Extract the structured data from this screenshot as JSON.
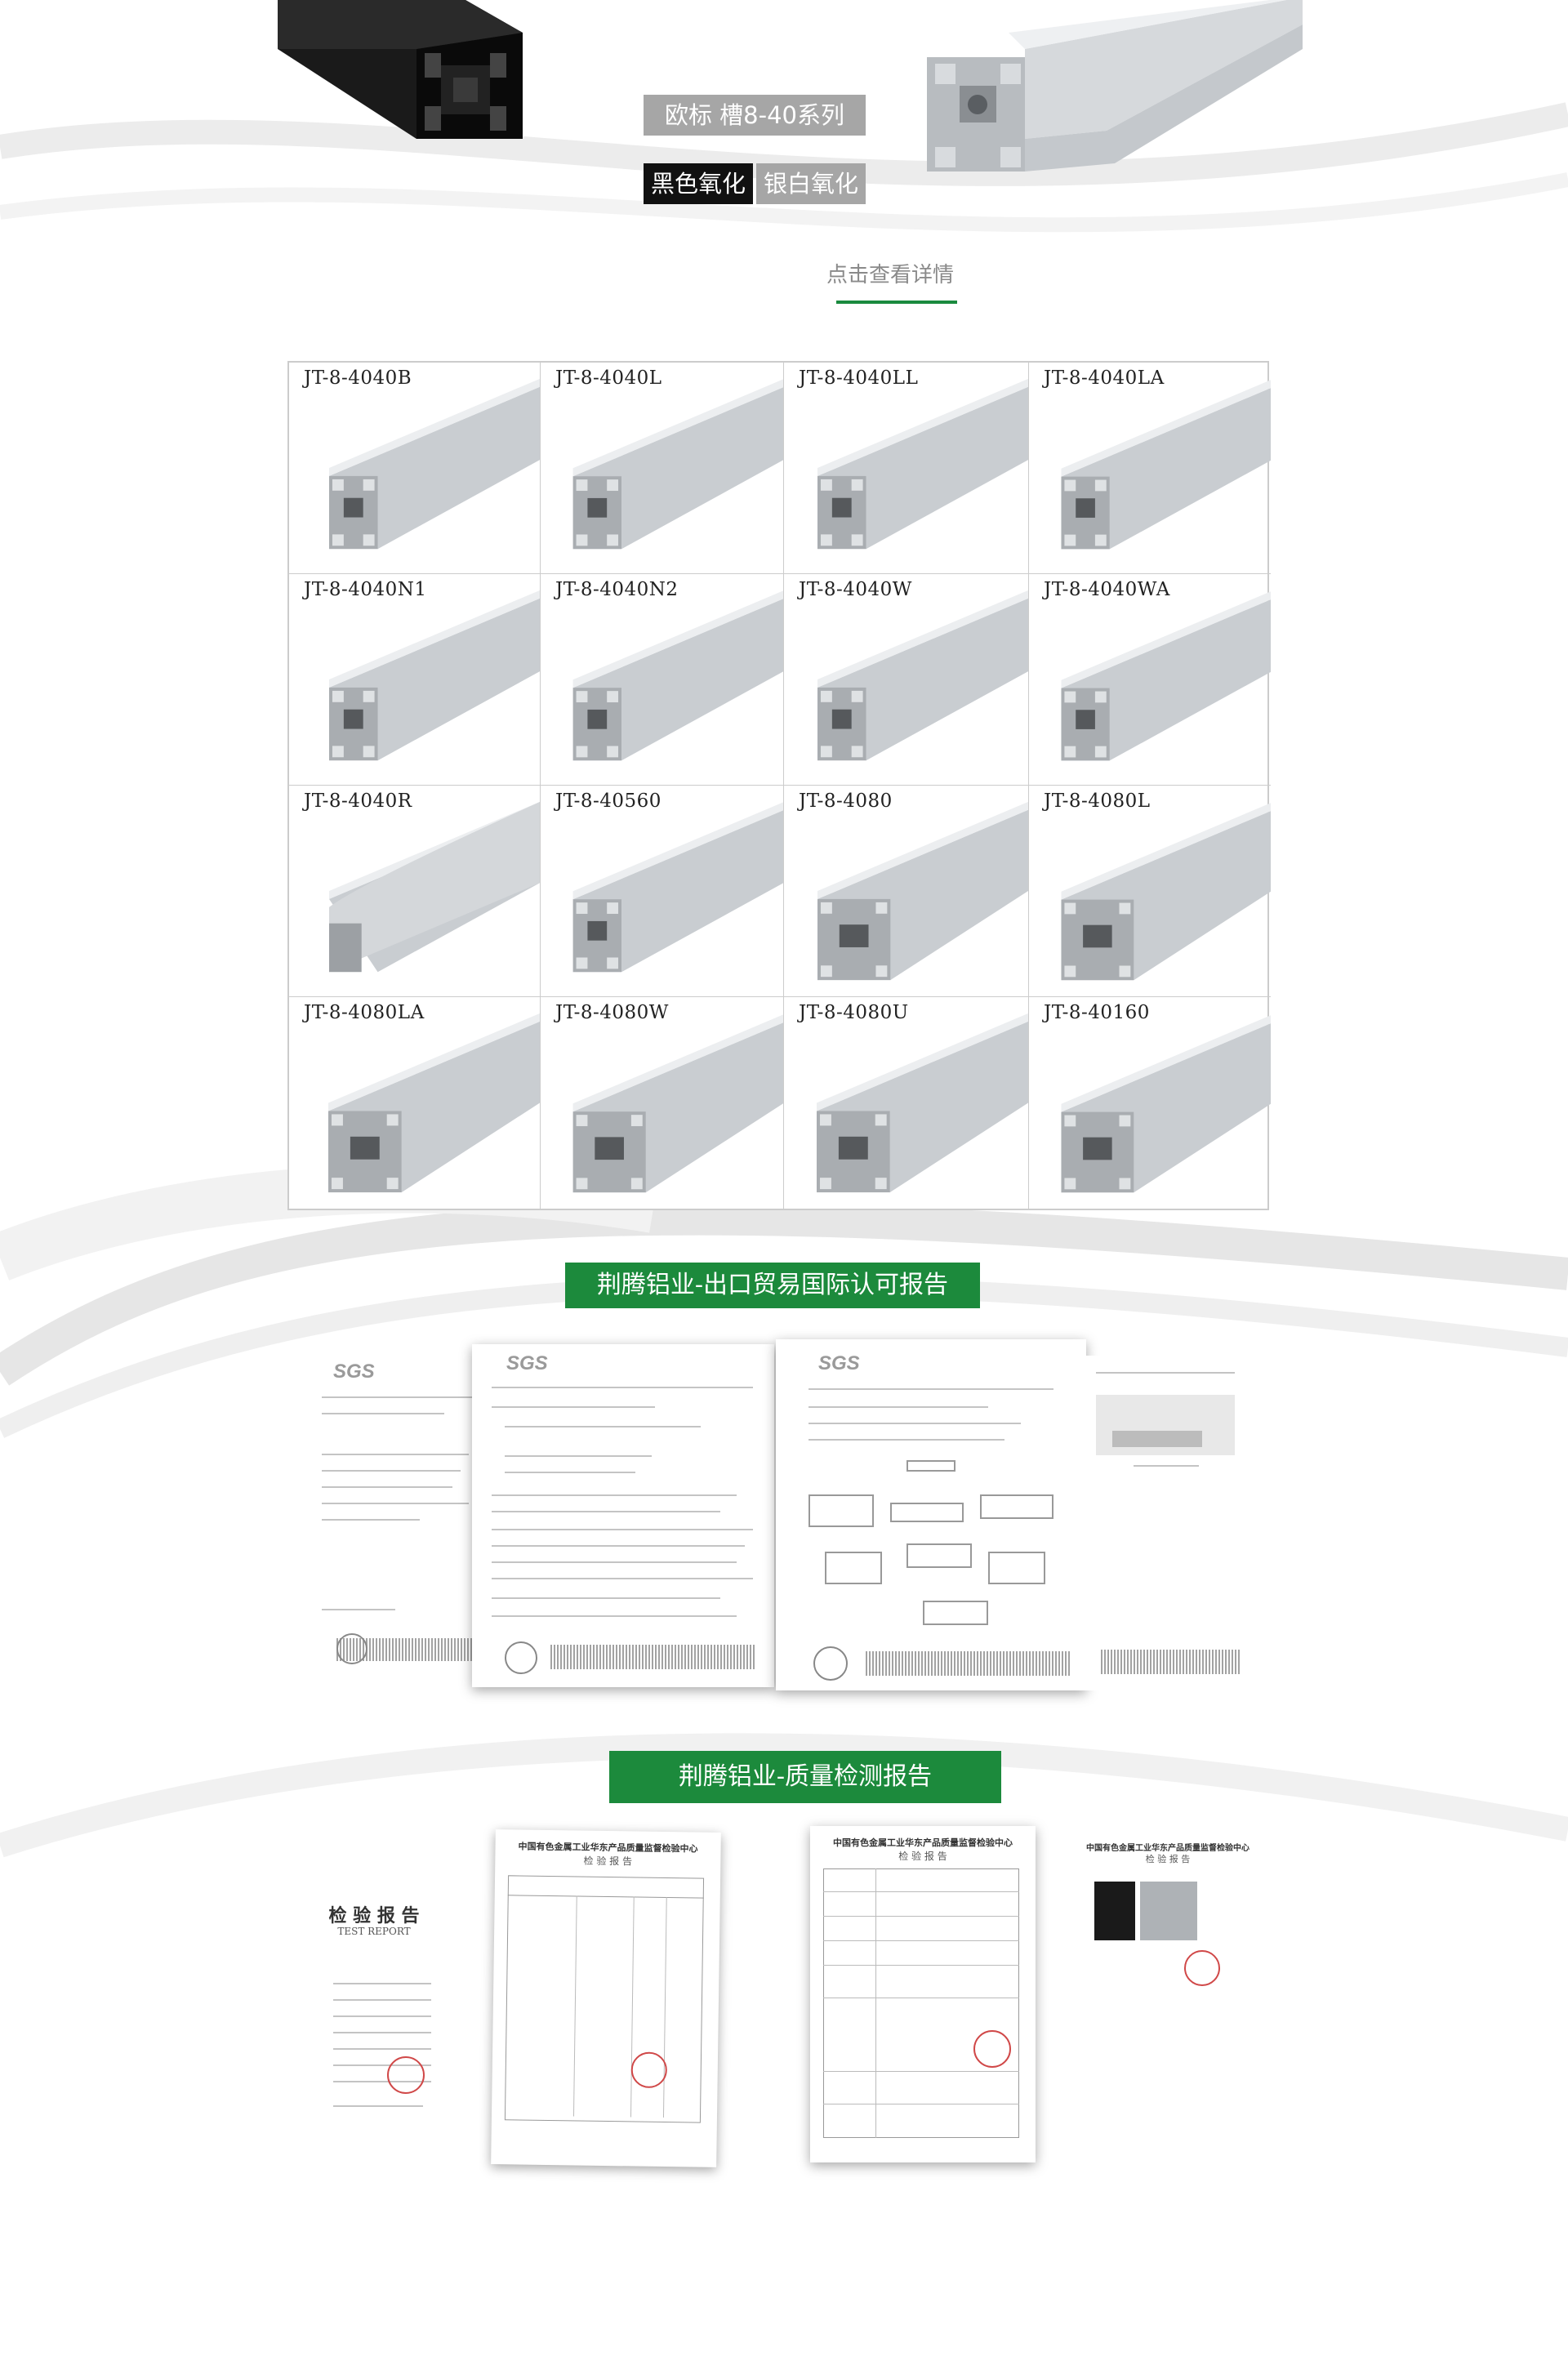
{
  "hero": {
    "series_title": "欧标 槽8-40系列",
    "tags": [
      "黑色氧化",
      "银白氧化"
    ],
    "detail_link": "点击查看详情"
  },
  "products": [
    "JT-8-4040B",
    "JT-8-4040L",
    "JT-8-4040LL",
    "JT-8-4040LA",
    "JT-8-4040N1",
    "JT-8-4040N2",
    "JT-8-4040W",
    "JT-8-4040WA",
    "JT-8-4040R",
    "JT-8-40560",
    "JT-8-4080",
    "JT-8-4080L",
    "JT-8-4080LA",
    "JT-8-4080W",
    "JT-8-4080U",
    "JT-8-40160"
  ],
  "section_export": {
    "banner": "荆腾铝业-出口贸易国际认可报告",
    "docs": [
      {
        "logo": "SGS"
      },
      {
        "logo": "SGS"
      },
      {
        "logo": "SGS"
      },
      {
        "logo": ""
      }
    ]
  },
  "section_quality": {
    "banner": "荆腾铝业-质量检测报告",
    "docs": [
      {
        "title": "检 验 报 告",
        "sub": "TEST REPORT"
      },
      {
        "title": "中国有色金属工业华东产品质量监督检验中心",
        "sub": "检 验 报 告"
      },
      {
        "title": "中国有色金属工业华东产品质量监督检验中心",
        "sub": "检 验 报 告"
      },
      {
        "title": "中国有色金属工业华东产品质量监督检验中心",
        "sub": "检 验 报 告"
      }
    ]
  },
  "colors": {
    "green": "#1c8a3c",
    "tag_gray": "#a6a6a6",
    "tag_black": "#111111"
  }
}
